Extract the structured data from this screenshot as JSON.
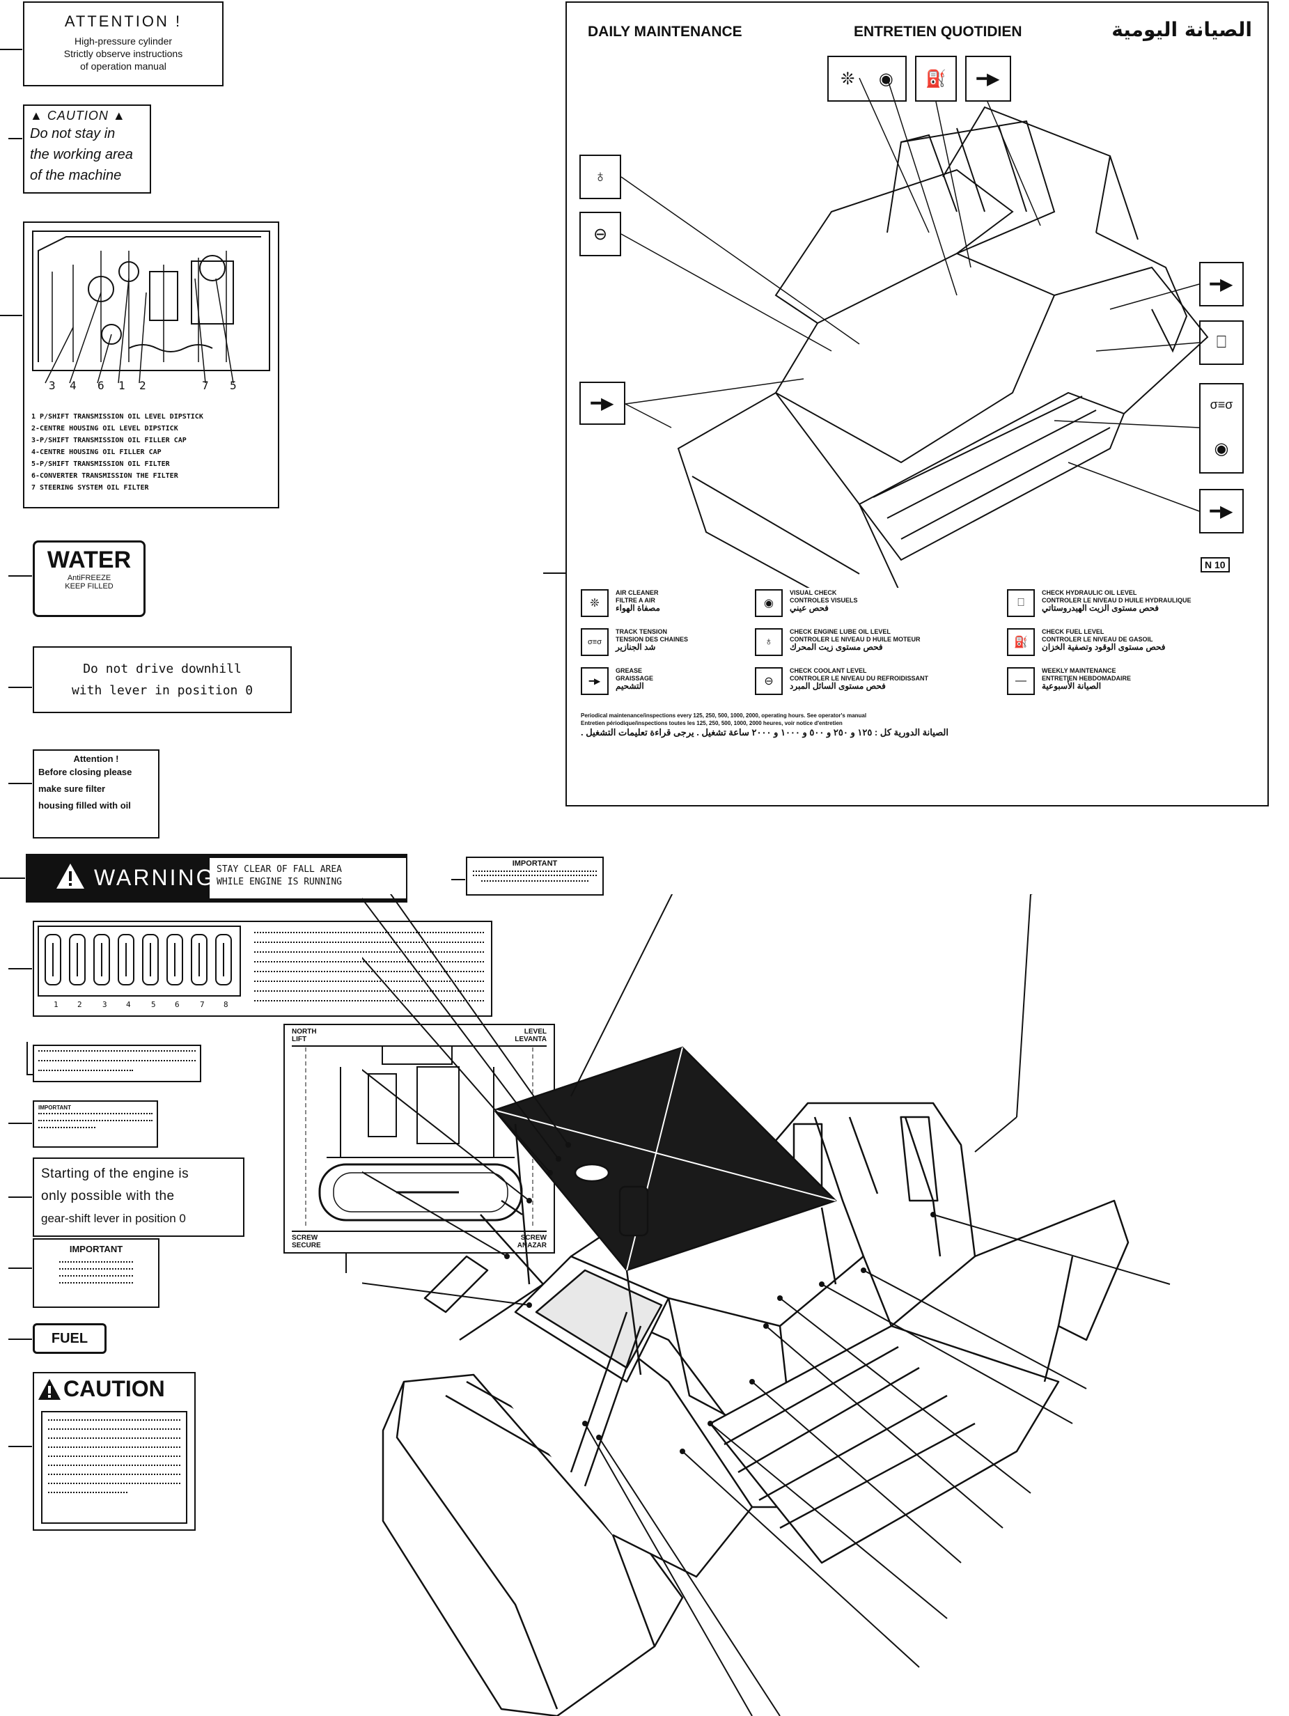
{
  "labels": {
    "attention_pressure": {
      "title": "ATTENTION !",
      "lines": [
        "High-pressure cylinder",
        "Strictly observe instructions",
        "of operation manual"
      ]
    },
    "caution_stay": {
      "title": "▲ CAUTION ▲",
      "lines": [
        "Do not stay in",
        "the working area",
        "of the machine"
      ]
    },
    "dipstick_panel": {
      "numbers": [
        "3",
        "4",
        "6",
        "1",
        "2",
        "7",
        "5"
      ],
      "legend": [
        "1 P/SHIFT TRANSMISSION OIL LEVEL DIPSTICK",
        "2-CENTRE HOUSING OIL LEVEL DIPSTICK",
        "3-P/SHIFT TRANSMISSION OIL FILLER CAP",
        "4-CENTRE HOUSING OIL FILLER CAP",
        "5-P/SHIFT TRANSMISSION OIL FILTER",
        "6-CONVERTER TRANSMISSION THE FILTER",
        "7 STEERING SYSTEM OIL FILTER"
      ]
    },
    "water": {
      "title": "WATER",
      "sub1": "AntiFREEZE",
      "sub2": "KEEP FILLED"
    },
    "downhill": {
      "line1": "Do not drive downhill",
      "line2": "with lever in position 0"
    },
    "attention_filter": {
      "title": "Attention !",
      "lines": [
        "Before closing please",
        "make sure filter",
        "housing filled with oil"
      ]
    },
    "warning": {
      "title": "WARNING",
      "line1": "STAY CLEAR OF FALL AREA",
      "line2": "WHILE ENGINE IS RUNNING"
    },
    "important_small": {
      "title": "IMPORTANT"
    },
    "fuse_panel": {
      "numbers": [
        "1",
        "2",
        "3",
        "4",
        "5",
        "6",
        "7",
        "8"
      ]
    },
    "level_plate": {
      "tl1": "NORTH",
      "tl2": "LIFT",
      "tr1": "LEVEL",
      "tr2": "LEVANTA",
      "bl1": "SCREW",
      "bl2": "SECURE",
      "br1": "SCREW",
      "br2": "ANAZAR"
    },
    "important_tiny": {
      "title": "IMPORTANT"
    },
    "starting": {
      "lines": [
        "Starting of the engine is",
        "only possible with the",
        "gear-shift lever in position 0"
      ]
    },
    "important_battery": {
      "title": "IMPORTANT"
    },
    "fuel": {
      "title": "FUEL"
    },
    "caution_big": {
      "title": "CAUTION"
    }
  },
  "daily": {
    "title_en": "DAILY MAINTENANCE",
    "title_fr": "ENTRETIEN QUOTIDIEN",
    "title_ar": "الصيانة اليومية",
    "ref": "N 10",
    "legend": [
      {
        "icon": "❊",
        "en": "AIR CLEANER",
        "fr": "FILTRE A AIR",
        "ar": "مصفاة الهواء"
      },
      {
        "icon": "◉",
        "en": "VISUAL CHECK",
        "fr": "CONTROLES VISUELS",
        "ar": "فحص عيني"
      },
      {
        "icon": "⎕",
        "en": "CHECK HYDRAULIC OIL LEVEL",
        "fr": "CONTROLER LE NIVEAU D HUILE HYDRAULIQUE",
        "ar": "فحص مستوى الزيت الهيدروستاتي"
      },
      {
        "icon": "σ≡σ",
        "en": "TRACK TENSION",
        "fr": "TENSION DES CHAINES",
        "ar": "شد الجنازير"
      },
      {
        "icon": "♁",
        "en": "CHECK ENGINE LUBE OIL LEVEL",
        "fr": "CONTROLER LE NIVEAU D HUILE MOTEUR",
        "ar": "فحص مستوى زيت المحرك"
      },
      {
        "icon": "⛽",
        "en": "CHECK FUEL LEVEL",
        "fr": "CONTROLER LE NIVEAU DE GASOIL",
        "ar": "فحص مستوى الوقود وتصفية الخزان"
      },
      {
        "icon": "━▶",
        "en": "GREASE",
        "fr": "GRAISSAGE",
        "ar": "التشحيم"
      },
      {
        "icon": "⊖",
        "en": "CHECK COOLANT LEVEL",
        "fr": "CONTROLER LE NIVEAU DU REFROIDISSANT",
        "ar": "فحص مستوى السائل المبرد"
      },
      {
        "icon": "—",
        "en": "WEEKLY MAINTENANCE",
        "fr": "ENTRETIEN HEBDOMADAIRE",
        "ar": "الصيانة الأسبوعية"
      }
    ],
    "footer_en": "Periodical maintenance/inspections every 125, 250, 500, 1000, 2000, operating hours. See operator's manual",
    "footer_fr": "Entretien périodique/inspections toutes les 125, 250, 500, 1000, 2000 heures, voir notice d'entretien",
    "footer_ar": "الصيانة الدورية كل : ١٢٥ و ٢٥٠ و ٥٠٠ و ١٠٠٠ و ٢٠٠٠ ساعة تشغيل . يرجى قراءة تعليمات التشغيل ."
  }
}
